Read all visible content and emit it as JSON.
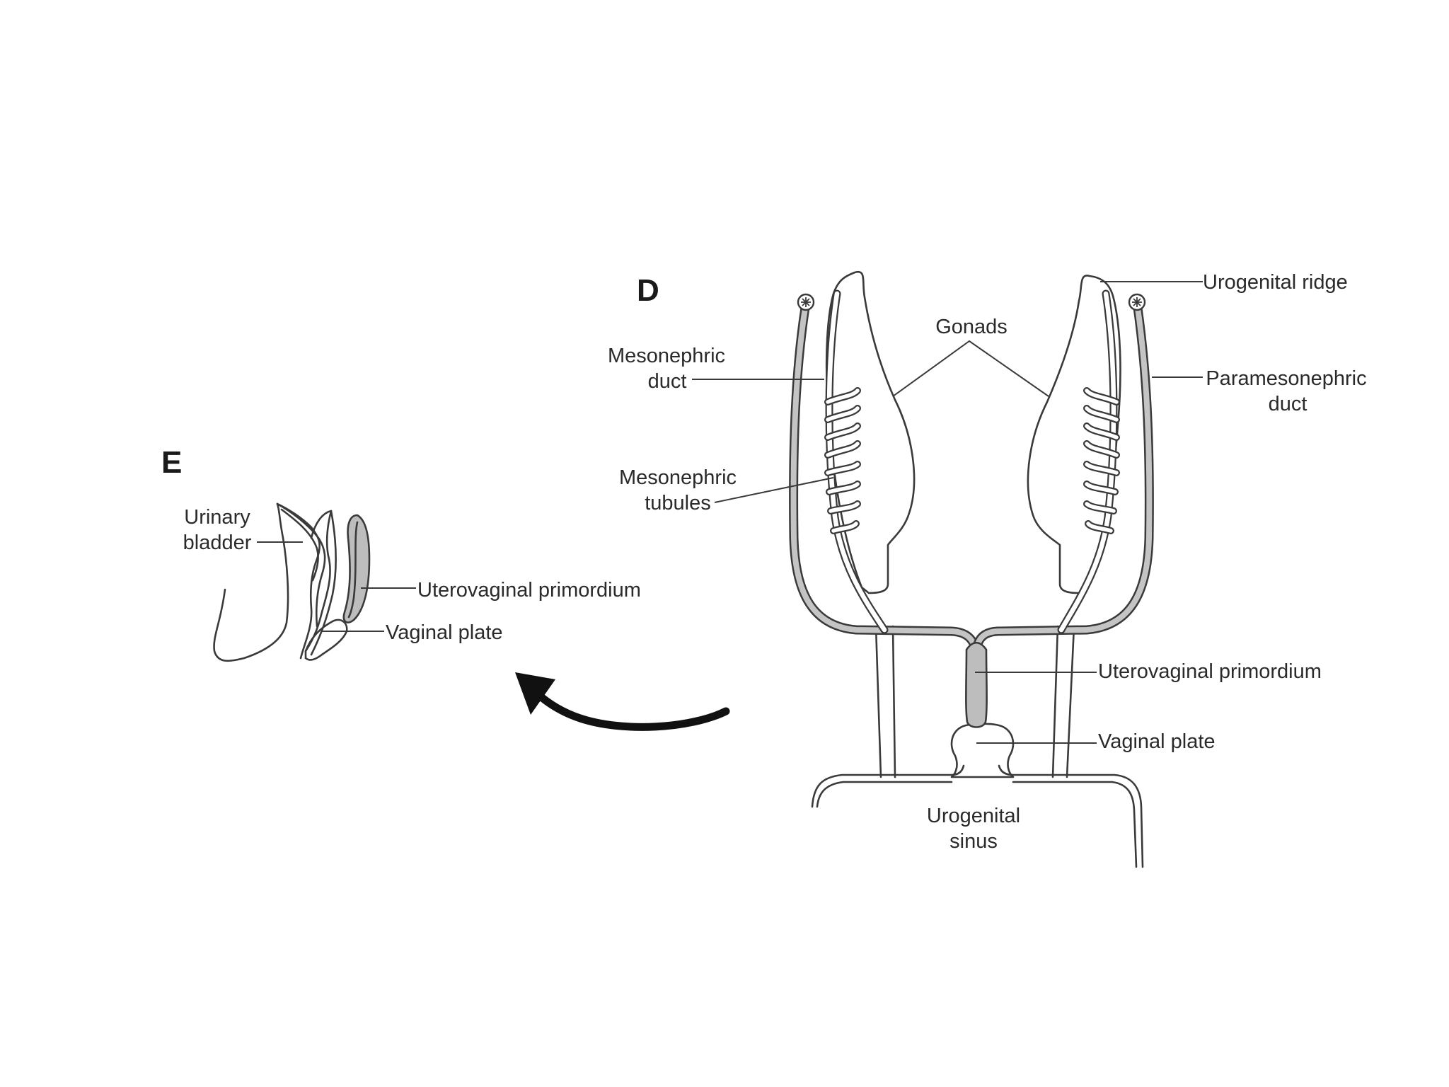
{
  "panels": {
    "d": "D",
    "e": "E"
  },
  "labels": {
    "urogenital_ridge": "Urogenital ridge",
    "gonads": "Gonads",
    "mesonephric_duct": [
      "Mesonephric",
      "duct"
    ],
    "paramesonephric_duct": [
      "Paramesonephric",
      "duct"
    ],
    "mesonephric_tubules": [
      "Mesonephric",
      "tubules"
    ],
    "uterovaginal_primordium_d": "Uterovaginal primordium",
    "vaginal_plate_d": "Vaginal plate",
    "urogenital_sinus": [
      "Urogenital",
      "sinus"
    ],
    "urinary_bladder": [
      "Urinary",
      "bladder"
    ],
    "uterovaginal_primordium_e": "Uterovaginal primordium",
    "vaginal_plate_e": "Vaginal plate"
  },
  "colors": {
    "ink": "#3a3a3a",
    "fill": "#bdbdbd",
    "background": "#ffffff"
  },
  "icons": {
    "arrow": "curved-arrow-left-icon",
    "ostium": "fimbriated-ostium-icon"
  }
}
